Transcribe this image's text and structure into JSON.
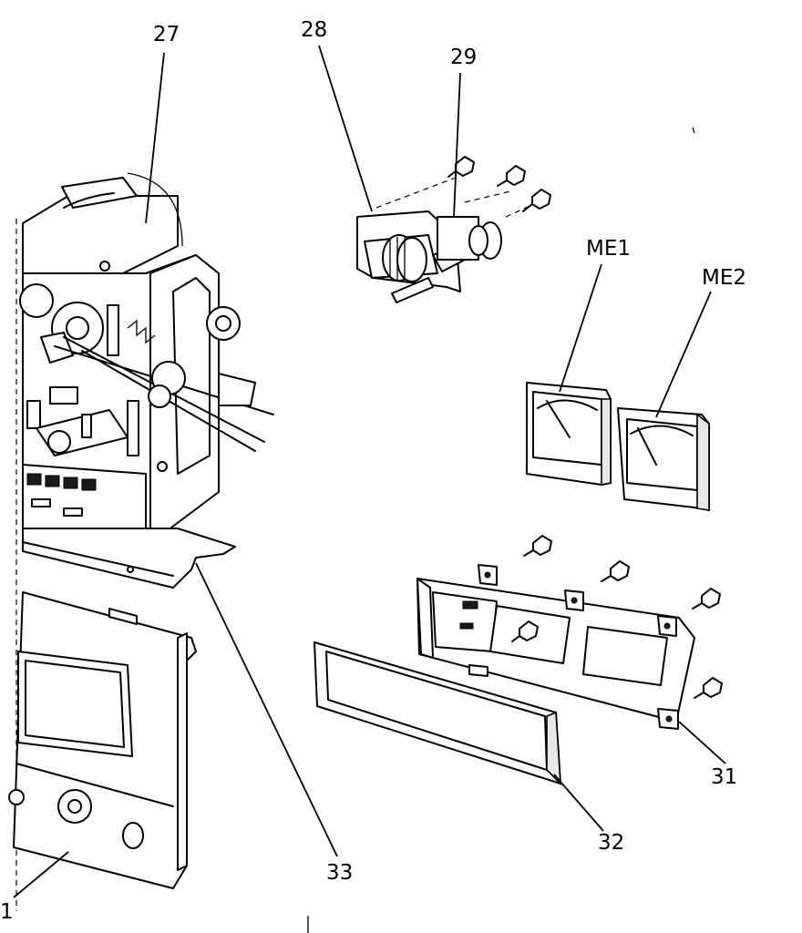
{
  "labels": {
    "p27": "27",
    "p28": "28",
    "p29": "29",
    "me1": "ME1",
    "me2": "ME2",
    "p31": "31",
    "p32": "32",
    "p33": "33",
    "p1": "1"
  }
}
